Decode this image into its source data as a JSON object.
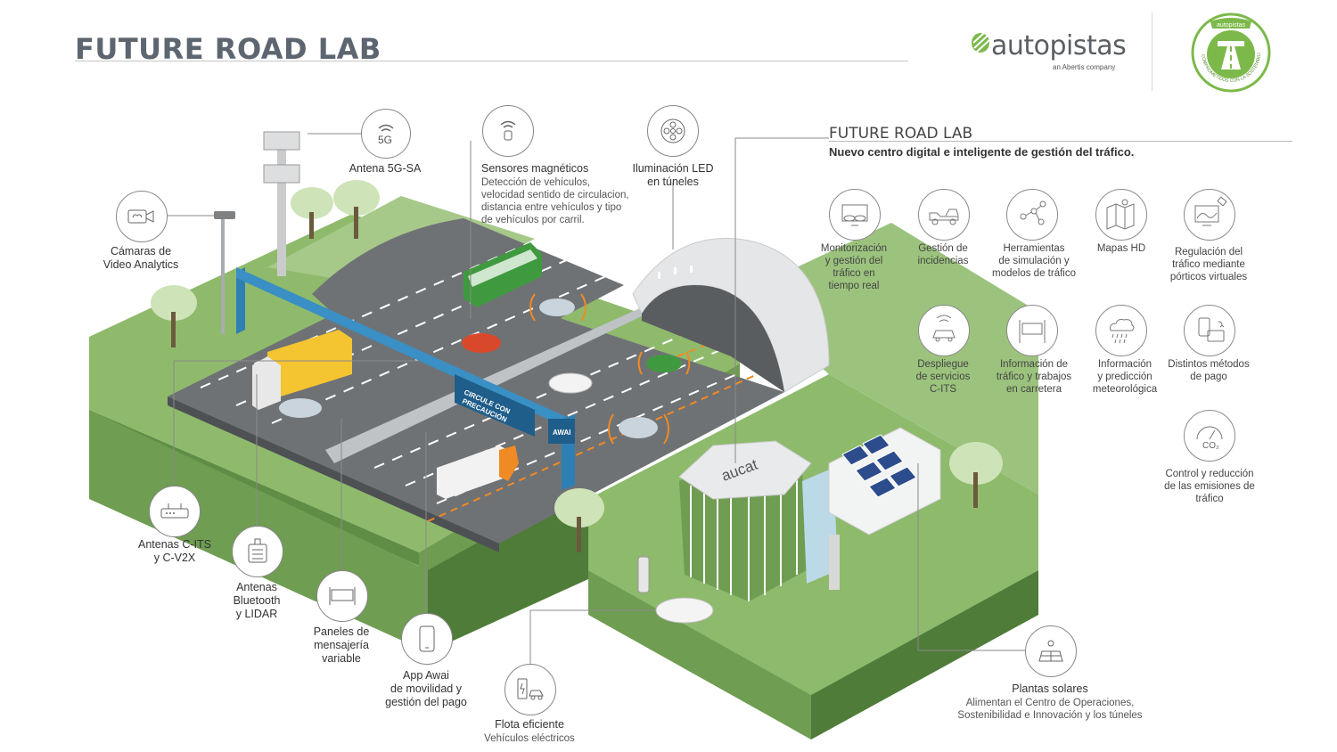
{
  "header": {
    "title": "FUTURE ROAD LAB",
    "brand_name": "autopistas",
    "brand_sub": "an Abertis company",
    "badge_top": "autopistas",
    "badge_ring": "COMPROMETIDOS CON LA SOSTENIBILIDAD"
  },
  "panel": {
    "title": "FUTURE ROAD LAB",
    "subtitle": "Nuevo centro digital e inteligente de gestión del tráfico.",
    "services": [
      {
        "icon": "traffic-monitor-icon",
        "label": [
          "Monitorización",
          "y gestión del",
          "tráfico en",
          "tiempo real"
        ]
      },
      {
        "icon": "tow-truck-icon",
        "label": [
          "Gestión de",
          "incidencias"
        ]
      },
      {
        "icon": "simulation-nodes-icon",
        "label": [
          "Herramientas",
          "de simulación y",
          "modelos de tráfico"
        ]
      },
      {
        "icon": "map-pin-icon",
        "label": [
          "Mapas HD"
        ]
      },
      {
        "icon": "satellite-monitor-icon",
        "label": [
          "Regulación del",
          "tráfico mediante",
          "pórticos virtuales"
        ]
      },
      {
        "icon": "connected-car-icon",
        "label": [
          "Despliegue",
          "de servicios",
          "C-ITS"
        ]
      },
      {
        "icon": "info-board-icon",
        "label": [
          "Información de",
          "tráfico y trabajos",
          "en carretera"
        ]
      },
      {
        "icon": "rain-cloud-icon",
        "label": [
          "Información",
          "y predicción",
          "meteorológica"
        ]
      },
      {
        "icon": "payment-methods-icon",
        "label": [
          "Distintos métodos",
          "de pago"
        ]
      },
      {
        "icon": "co2-gauge-icon",
        "label": [
          "Control y reducción",
          "de las emisiones de",
          "tráfico"
        ]
      }
    ]
  },
  "callouts": {
    "antenna5g": {
      "icon_text": "5G",
      "title": "Antena 5G-SA"
    },
    "sensors": {
      "title": "Sensores magnéticos",
      "desc": [
        "Detección de vehículos,",
        "velocidad sentido de circulacion,",
        "distancia entre vehículos y tipo",
        "de vehículos por carril."
      ]
    },
    "led": {
      "title": [
        "Iluminación LED",
        "en túneles"
      ]
    },
    "cameras": {
      "title": [
        "Cámaras de",
        "Video Analytics"
      ]
    },
    "cits": {
      "title": [
        "Antenas C-ITS",
        "y C-V2X"
      ]
    },
    "bluetooth": {
      "title": [
        "Antenas",
        "Bluetooth",
        "y LIDAR"
      ]
    },
    "vms": {
      "title": [
        "Paneles de",
        "mensajería",
        "variable"
      ]
    },
    "app": {
      "title": [
        "App Awai",
        "de movilidad y",
        "gestión del pago"
      ]
    },
    "fleet": {
      "title": "Flota eficiente",
      "desc": "Vehículos eléctricos"
    },
    "solar": {
      "title": "Plantas solares",
      "desc": [
        "Alimentan el Centro de Operaciones,",
        "Sostenibilidad e Innovación y los túneles"
      ]
    }
  },
  "scene": {
    "sign_text": [
      "CIRCULE CON",
      "PRECAUCIÓN"
    ],
    "sign_logo": "AWAI",
    "building_logo": "aucat",
    "colors": {
      "grass": "#8db86a",
      "grass_side": "#5f8d45",
      "road": "#6f7275",
      "sky_blue_gantry": "#3a8fc4",
      "truck_yellow": "#f4c531",
      "bus_green": "#3f9a3f",
      "accent_orange": "#f08a24"
    }
  }
}
